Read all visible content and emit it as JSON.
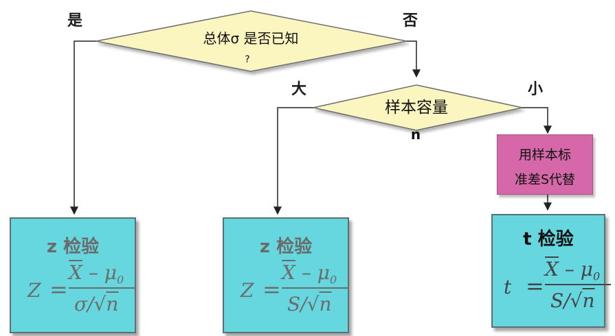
{
  "decision_top": {
    "line1": "总体σ 是否已知",
    "line2": "?"
  },
  "decision_mid": {
    "line1": "样本容量",
    "line2": "n"
  },
  "labels": {
    "yes": "是",
    "no": "否",
    "large": "大",
    "small": "小"
  },
  "substitute_box": {
    "line1": "用样本标",
    "line2": "准差S代替"
  },
  "boxes": [
    {
      "title": "z 检验",
      "lhs": "Z",
      "numerator_x": "X",
      "numerator_rest": " – μ",
      "numerator_sub": "0",
      "denominator_pre": "σ",
      "denominator_root": "n"
    },
    {
      "title": "z 检验",
      "lhs": "Z",
      "numerator_x": "X",
      "numerator_rest": " – μ",
      "numerator_sub": "0",
      "denominator_pre": "S",
      "denominator_root": "n"
    },
    {
      "title": "t 检验",
      "lhs": "t",
      "numerator_x": "X",
      "numerator_rest": " – μ",
      "numerator_sub": "0",
      "denominator_pre": "S",
      "denominator_root": "n"
    }
  ],
  "colors": {
    "diamond_fill": "#fbf6c0",
    "box_fill": "#66d6df",
    "substitute_fill": "#d468a8"
  }
}
